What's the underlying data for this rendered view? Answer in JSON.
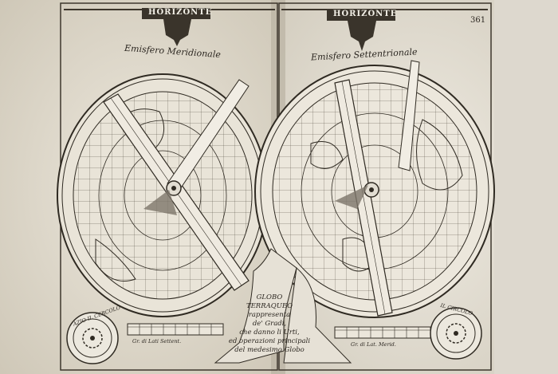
{
  "photo": {
    "page_number": "361",
    "left_banner": "HORIZONTE",
    "right_banner": "HORIZONTE",
    "left_hemisphere": "Emisfero Meridionale",
    "right_hemisphere": "Emisfero Settentrionale",
    "globo_caption_lines": [
      "GLOBO",
      "TERRAQUEO",
      "rappresenta",
      "de' Gradi,",
      "che danno li Urti,",
      "ed operazioni principali",
      "del medesimo Globo"
    ],
    "left_scale_caption": "Gr. di Lati Settent.",
    "right_scale_caption": "Gr. di Lat. Merid.",
    "left_dial_text": "AZIO IL CERCOLO",
    "right_dial_text": "IL CIRCOLO"
  }
}
